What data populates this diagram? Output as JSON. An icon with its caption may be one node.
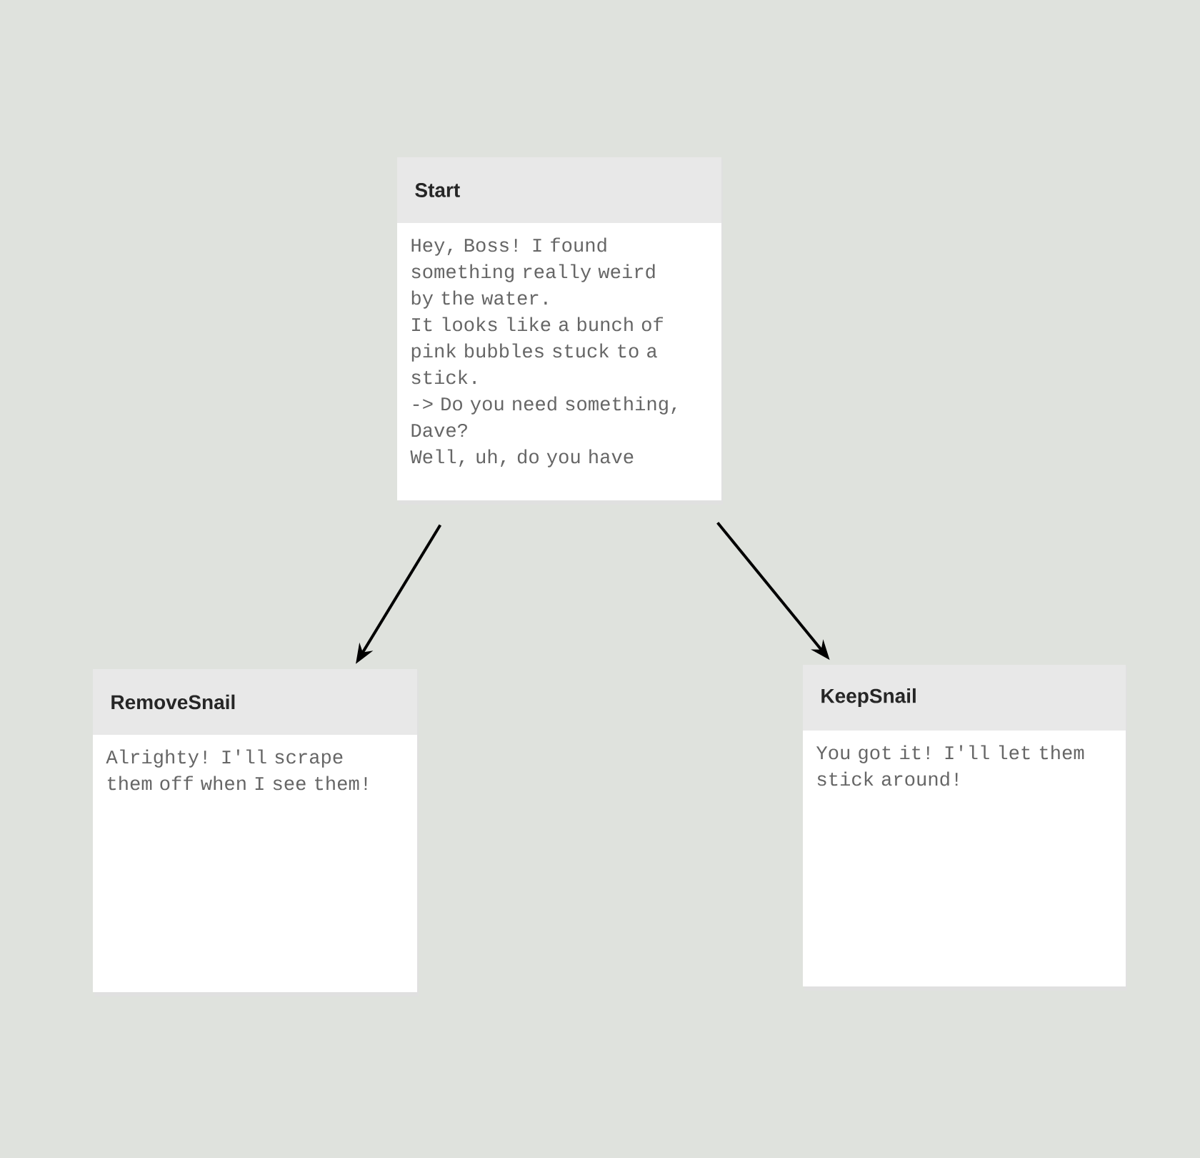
{
  "diagram": {
    "nodes": [
      {
        "text": [
          "Start",
          "Hey, Boss! I found something really weird by the water.",
          "It looks like a bunch of pink bubbles stuck to a stick.",
          "-> Do you need something, Dave?",
          "Well, uh, do you have"
        ]
      },
      {
        "text": [
          "RemoveSnail",
          "Alrighty! I'll scrape them off when I see them!"
        ]
      },
      {
        "text": [
          "KeepSnail",
          "You got it! I'll let them stick around!"
        ]
      }
    ],
    "edges": [
      {
        "from": 0,
        "to": 1,
        "arrow": "to"
      },
      {
        "from": 0,
        "to": 2,
        "arrow": "to"
      }
    ]
  }
}
